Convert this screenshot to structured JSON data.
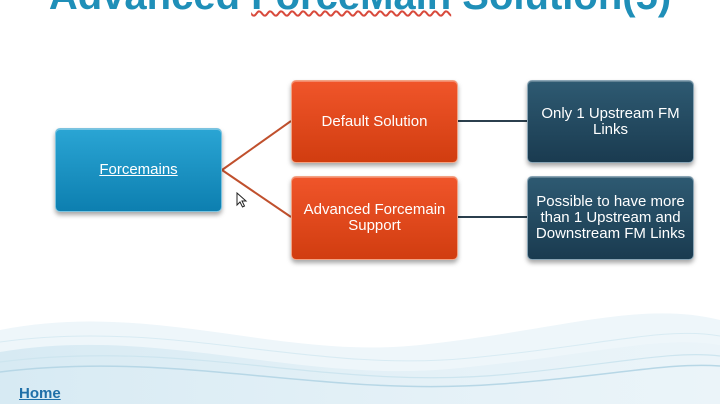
{
  "slide": {
    "title_pre": "Advanced ",
    "title_word": "ForceMain",
    "title_post": " Solution(5)"
  },
  "diagram": {
    "root": "Forcemains",
    "branches": [
      {
        "label": "Default Solution",
        "detail": "Only 1 Upstream FM Links"
      },
      {
        "label": "Advanced Forcemain Support",
        "detail": "Possible to have more than 1 Upstream and Downstream FM Links"
      }
    ]
  },
  "footer": {
    "home_link": "Home"
  },
  "colors": {
    "title": "#1f8fb8",
    "root_box": "#1a94c6",
    "branch_box": "#e4481a",
    "detail_box": "#24495f",
    "connector_root": "#c0502d",
    "connector_detail": "#2b3f4d",
    "link": "#1f6fa8"
  },
  "icons": {
    "cursor": "mouse-pointer-icon"
  }
}
